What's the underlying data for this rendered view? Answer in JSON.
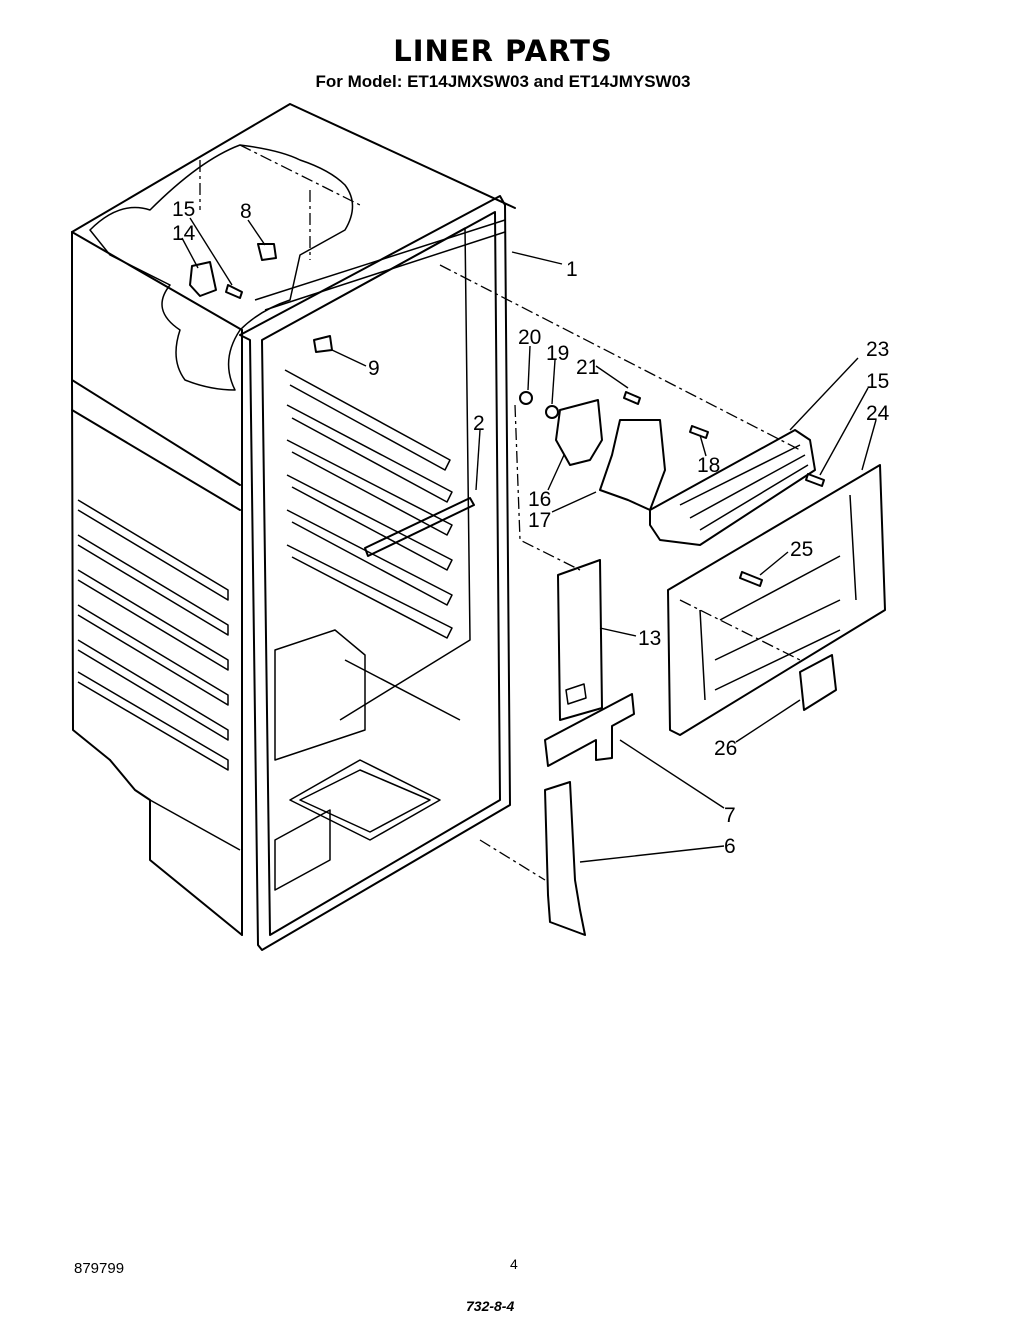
{
  "header": {
    "title": "LINER PARTS",
    "subtitle": "For Model: ET14JMXSW03 and  ET14JMYSW03"
  },
  "footer": {
    "doc_number": "879799",
    "page_number": "4",
    "code": "732-8-4"
  },
  "callouts": [
    "1",
    "2",
    "6",
    "7",
    "8",
    "9",
    "13",
    "14",
    "15",
    "15",
    "16",
    "17",
    "18",
    "19",
    "20",
    "21",
    "23",
    "24",
    "25",
    "26"
  ]
}
